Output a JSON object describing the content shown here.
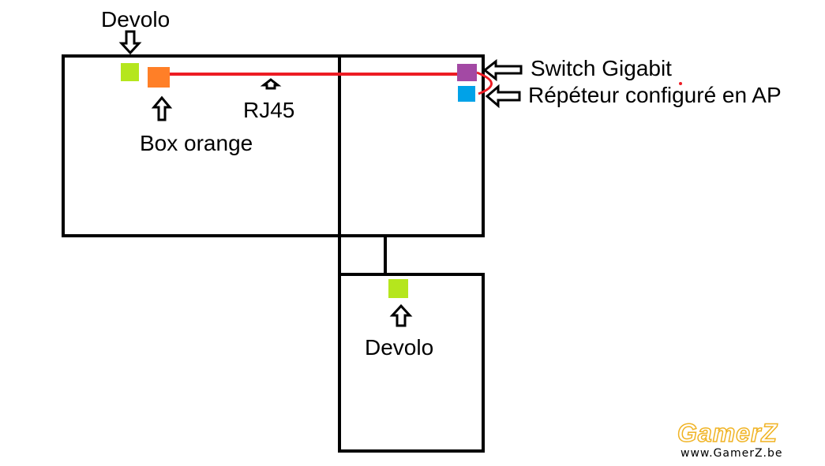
{
  "labels": {
    "devolo_top": "Devolo",
    "box_orange": "Box orange",
    "rj45": "RJ45",
    "switch_gigabit": "Switch Gigabit",
    "repeater": "Répéteur configuré en AP",
    "devolo_bottom": "Devolo"
  },
  "watermark": {
    "brand": "GamerZ",
    "url": "www.GamerZ.be"
  },
  "colors": {
    "devolo": "#b5e61d",
    "box_orange": "#ff7f27",
    "switch": "#a349a4",
    "repeater": "#00a2e8",
    "cable": "#ed1c24",
    "watermark": "#f0b323"
  }
}
